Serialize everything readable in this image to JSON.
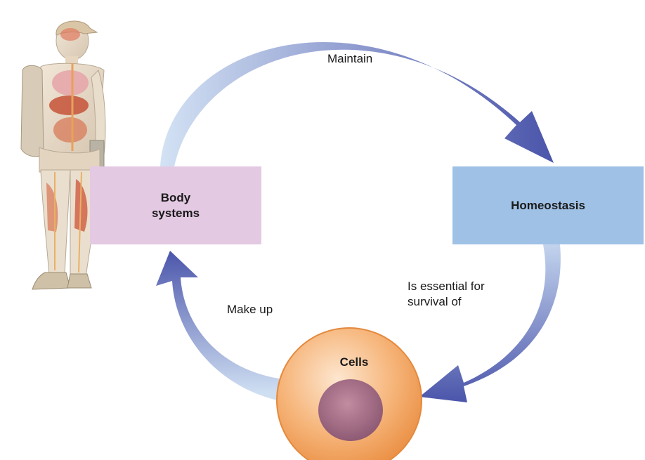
{
  "nodes": {
    "body_systems": "Body\nsystems",
    "homeostasis": "Homeostasis",
    "cells": "Cells"
  },
  "edges": {
    "maintain": "Maintain",
    "essential": "Is essential for\nsurvival of",
    "make_up": "Make up"
  },
  "colors": {
    "arrow_light": "#cfdff2",
    "arrow_dark": "#4f58ac",
    "body_box": "#e4c9e3",
    "homeostasis_box": "#9fc1e6",
    "cell_outer": "#f2a45a",
    "cell_nucleus": "#a46c86"
  },
  "icons": {
    "human_figure": "human-anatomy-figure-icon"
  }
}
